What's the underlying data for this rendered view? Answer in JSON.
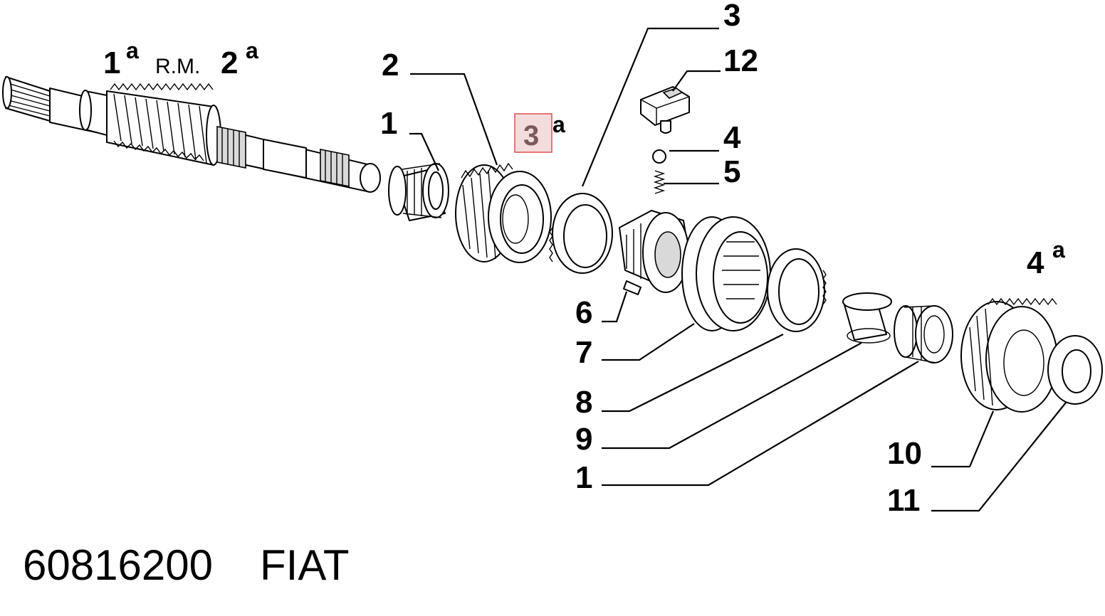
{
  "gear_labels": {
    "first": {
      "num": "1",
      "sup": "a"
    },
    "reverse": "R.M.",
    "second": {
      "num": "2",
      "sup": "a"
    },
    "third": {
      "num": "3",
      "sup": "a"
    },
    "fourth": {
      "num": "4",
      "sup": "a"
    }
  },
  "callouts": {
    "c1_top": "1",
    "c2": "2",
    "c3": "3",
    "c12": "12",
    "c4": "4",
    "c5": "5",
    "c6": "6",
    "c7": "7",
    "c8": "8",
    "c9": "9",
    "c1_bottom": "1",
    "c10": "10",
    "c11": "11"
  },
  "footer": {
    "part_number": "60816200",
    "brand": "FIAT"
  },
  "colors": {
    "line": "#000000",
    "highlight_fill": "#f4dcdc",
    "highlight_border": "#e05050",
    "highlight_text": "#7a5a5a"
  }
}
